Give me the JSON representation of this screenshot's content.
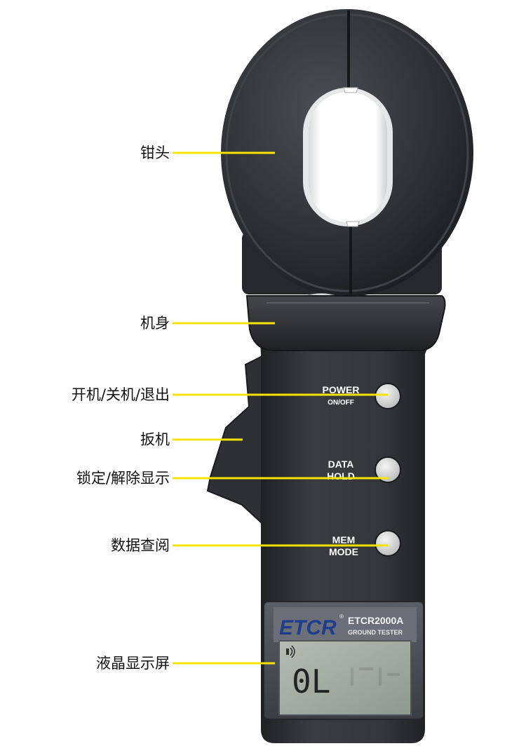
{
  "callouts": {
    "jaw": "钳头",
    "body": "机身",
    "power": "开机/关机/退出",
    "trigger": "扳机",
    "hold": "锁定/解除显示",
    "mem": "数据查阅",
    "lcd": "液晶显示屏"
  },
  "buttons": {
    "power_line1": "POWER",
    "power_line2": "ON/OFF",
    "data_line1": "DATA",
    "data_line2": "HOLD",
    "mem_line1": "MEM",
    "mem_line2": "MODE"
  },
  "lcd": {
    "brand": "ETCR",
    "registered": "®",
    "model": "ETCR2000A",
    "subtitle": "GROUND TESTER",
    "reading": "0L"
  },
  "colors": {
    "callout_line": "#f5e400",
    "device_body": "#2b2d30",
    "button": "#d9d9d9",
    "lcd_screen": "#9aa59a"
  }
}
